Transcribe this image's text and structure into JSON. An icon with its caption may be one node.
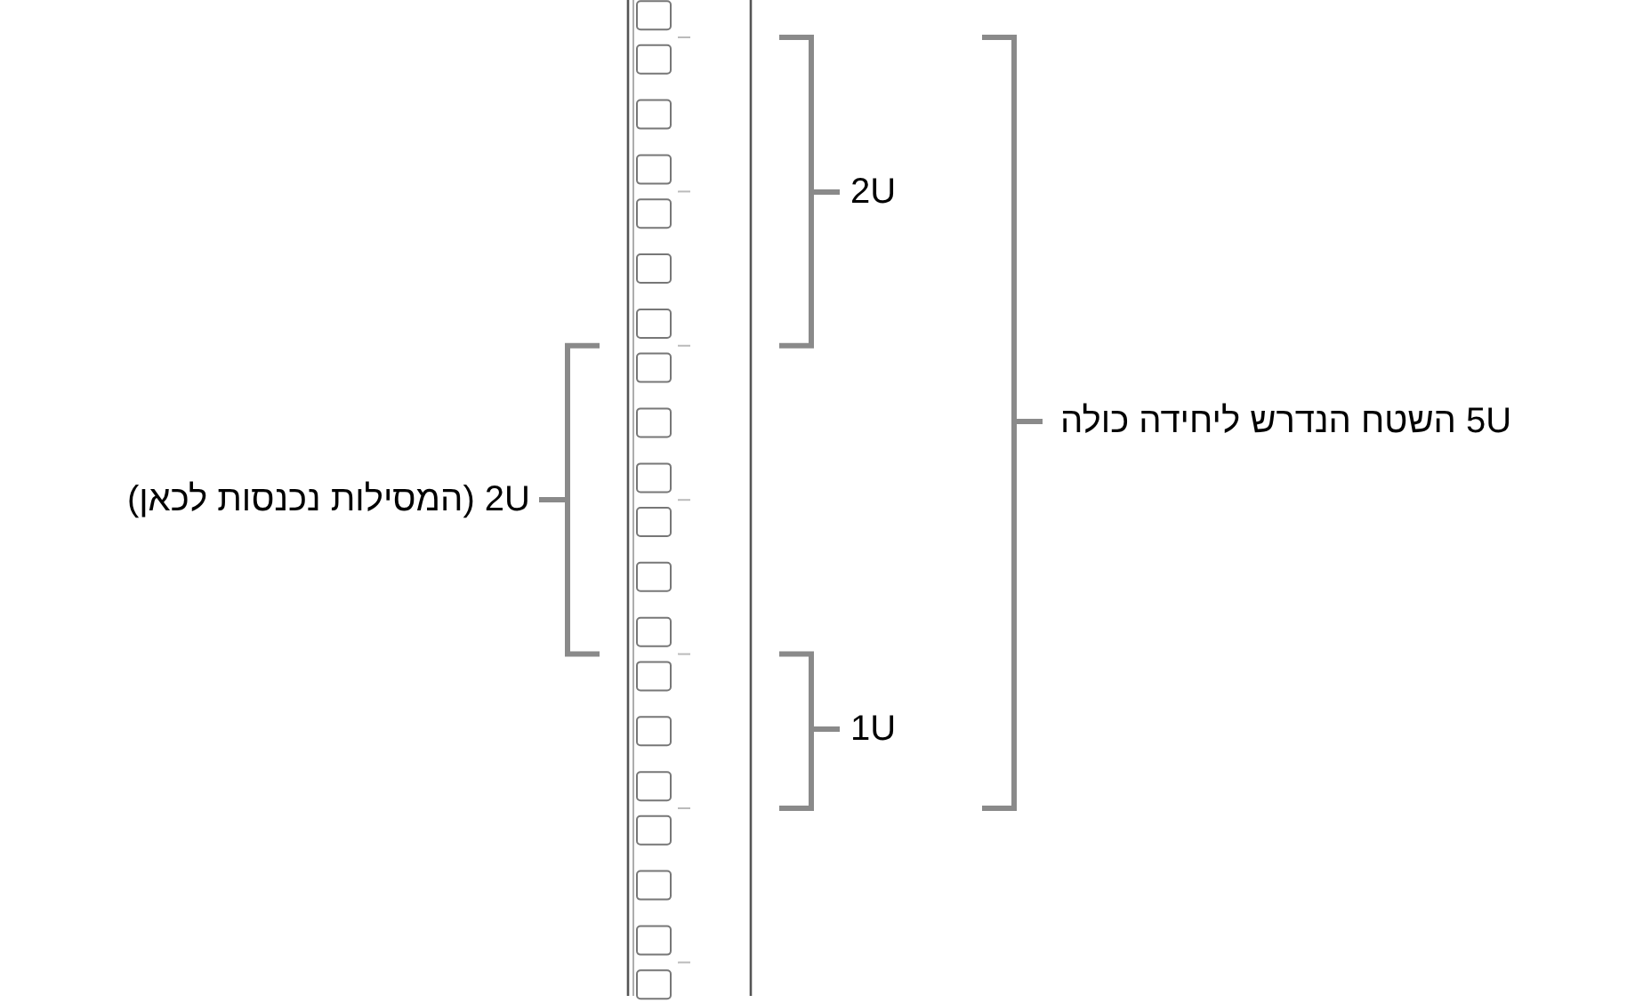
{
  "diagram": {
    "labels": [
      "2U",
      "5U השטח הנדרש ליחידה כולה",
      "2U (המסילות נכנסות לכאן)",
      "1U"
    ]
  }
}
